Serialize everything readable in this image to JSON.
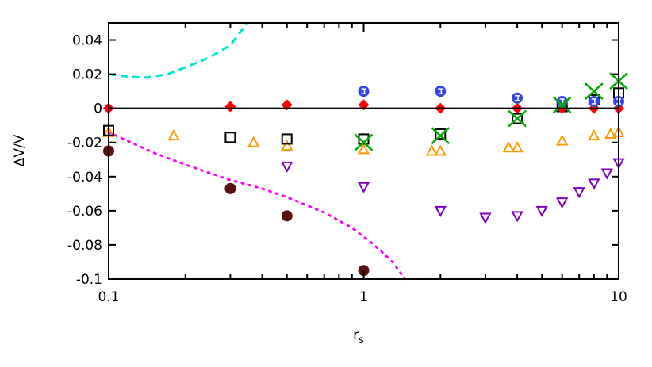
{
  "chart_data": {
    "type": "scatter",
    "xlabel": "r",
    "xlabel_subscript": "s",
    "ylabel": "ΔV/V",
    "xscale": "log",
    "xlim": [
      0.1,
      10
    ],
    "ylim": [
      -0.1,
      0.05
    ],
    "xticks": [
      "0.1",
      "1",
      "10"
    ],
    "xtick_values": [
      0.1,
      1,
      10
    ],
    "yticks": [
      "0.04",
      "0.02",
      "0",
      "-0.02",
      "-0.04",
      "-0.06",
      "-0.08",
      "-0.1"
    ],
    "ytick_values": [
      0.04,
      0.02,
      0,
      -0.02,
      -0.04,
      -0.06,
      -0.08,
      -0.1
    ],
    "grid": false,
    "zero_line": true,
    "series": [
      {
        "marker": "dashed-line",
        "color": "#00e5d0",
        "x": [
          0.1,
          0.12,
          0.14,
          0.17,
          0.2,
          0.25,
          0.3,
          0.35
        ],
        "y": [
          0.02,
          0.0185,
          0.018,
          0.02,
          0.024,
          0.03,
          0.037,
          0.05
        ]
      },
      {
        "marker": "dotted-line",
        "color": "#ff00ff",
        "x": [
          0.1,
          0.15,
          0.2,
          0.3,
          0.4,
          0.5,
          0.7,
          0.9,
          1.1,
          1.3,
          1.45
        ],
        "y": [
          -0.014,
          -0.026,
          -0.033,
          -0.042,
          -0.047,
          -0.052,
          -0.061,
          -0.07,
          -0.08,
          -0.09,
          -0.1
        ]
      },
      {
        "marker": "filled-circle",
        "color": "#5c0f0f",
        "x": [
          0.1,
          0.3,
          0.5,
          1
        ],
        "y": [
          -0.025,
          -0.047,
          -0.063,
          -0.095
        ]
      },
      {
        "marker": "open-triangle-down",
        "color": "#8000c0",
        "x": [
          0.5,
          1,
          2,
          3,
          4,
          5,
          6,
          7,
          8,
          9,
          10
        ],
        "y": [
          -0.034,
          -0.046,
          -0.06,
          -0.064,
          -0.063,
          -0.06,
          -0.055,
          -0.049,
          -0.044,
          -0.038,
          -0.032
        ]
      },
      {
        "marker": "open-triangle-up",
        "color": "#ff9900",
        "x": [
          0.1,
          0.18,
          0.37,
          0.5,
          1,
          1.85,
          2,
          3.7,
          4,
          6,
          8,
          9.3,
          10
        ],
        "y": [
          -0.014,
          -0.016,
          -0.02,
          -0.022,
          -0.024,
          -0.025,
          -0.025,
          -0.023,
          -0.023,
          -0.019,
          -0.016,
          -0.015,
          -0.014
        ]
      },
      {
        "marker": "open-square",
        "color": "#000000",
        "x": [
          0.1,
          0.3,
          0.5,
          1,
          2,
          4,
          6,
          8,
          10
        ],
        "y": [
          -0.013,
          -0.017,
          -0.018,
          -0.018,
          -0.015,
          -0.006,
          0.001,
          0.005,
          0.009
        ]
      },
      {
        "marker": "filled-diamond",
        "color": "#ff0000",
        "x": [
          0.1,
          0.3,
          0.5,
          1,
          2,
          4,
          6,
          8,
          10
        ],
        "y": [
          0,
          0.001,
          0.002,
          0.002,
          0,
          0,
          0,
          0,
          0
        ]
      },
      {
        "marker": "circle-errorbar",
        "color": "#3344ee",
        "x": [
          1,
          2,
          4,
          6,
          8,
          10
        ],
        "y": [
          0.01,
          0.01,
          0.006,
          0.004,
          0.004,
          0.004
        ]
      },
      {
        "marker": "cross",
        "color": "#00aa00",
        "x": [
          1,
          2,
          4,
          6,
          8,
          10
        ],
        "y": [
          -0.02,
          -0.016,
          -0.006,
          0.002,
          0.01,
          0.016
        ]
      }
    ]
  }
}
